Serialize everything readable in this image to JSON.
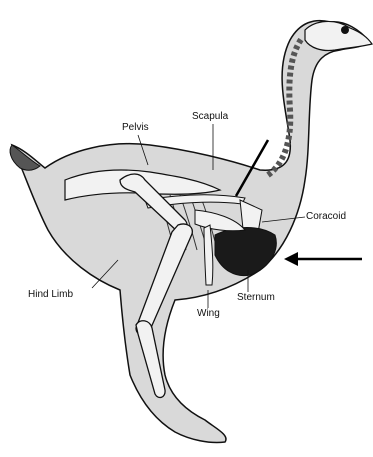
{
  "labels": {
    "pelvis": "Pelvis",
    "scapula": "Scapula",
    "coracoid": "Coracoid",
    "hind_limb": "Hind Limb",
    "sternum": "Sternum",
    "wing": "Wing"
  },
  "colors": {
    "ink": "#111111",
    "body_fill": "#d9d9d9",
    "bone_fill": "#f2f2f2",
    "sternum_fill": "#1a1a1a"
  }
}
